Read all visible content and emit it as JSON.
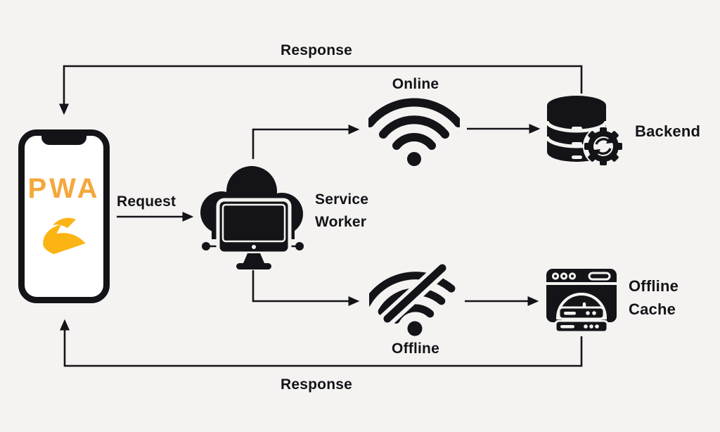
{
  "colors": {
    "background": "#f4f3f1",
    "ink": "#141318",
    "pwa_text_orange": "#F5A73B",
    "pwa_logo_yellow": "#FBB414"
  },
  "phone": {
    "app_name": "PWA",
    "logo_icon": "pwa-swoosh-logo"
  },
  "edges": {
    "response_top": "Response",
    "request": "Request",
    "response_bottom": "Response"
  },
  "nodes": {
    "service_worker": {
      "label": "Service Worker",
      "icon": "cloud-computer-icon"
    },
    "online": {
      "label": "Online",
      "icon": "wifi-icon"
    },
    "offline": {
      "label": "Offline",
      "icon": "wifi-off-icon"
    },
    "backend": {
      "label": "Backend",
      "icon": "database-sync-icon"
    },
    "offline_cache": {
      "label": "Offline Cache",
      "icon": "browser-cache-icon"
    }
  }
}
